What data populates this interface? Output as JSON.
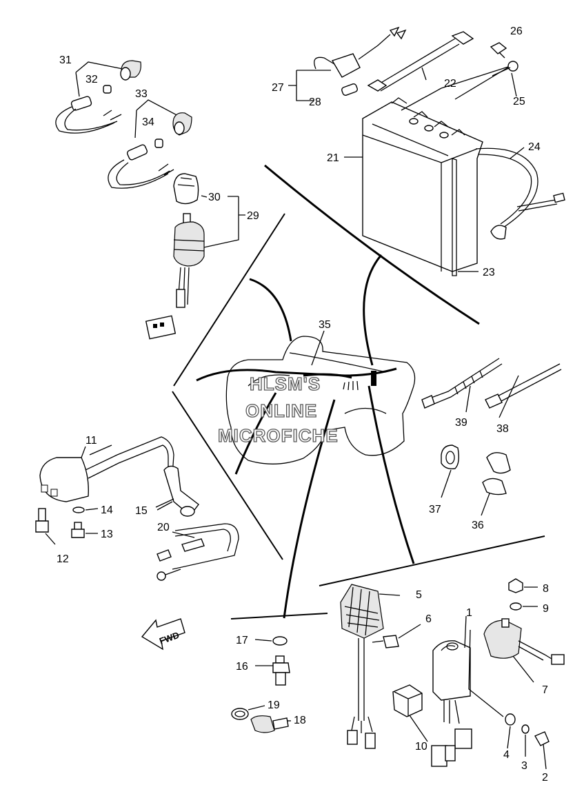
{
  "watermark": {
    "line1": "HLSM'S",
    "line2": "ONLINE",
    "line3": "MICROFICHE"
  },
  "direction_arrow": "FWD",
  "callouts": {
    "p1": "1",
    "p2": "2",
    "p3": "3",
    "p4": "4",
    "p5": "5",
    "p6": "6",
    "p7": "7",
    "p8": "8",
    "p9": "9",
    "p10": "10",
    "p11": "11",
    "p12": "12",
    "p13": "13",
    "p14": "14",
    "p15": "15",
    "p16": "16",
    "p17": "17",
    "p18": "18",
    "p19": "19",
    "p20": "20",
    "p21": "21",
    "p22": "22",
    "p23": "23",
    "p24": "24",
    "p25": "25",
    "p26": "26",
    "p27": "27",
    "p28": "28",
    "p29": "29",
    "p30": "30",
    "p31": "31",
    "p32": "32",
    "p33": "33",
    "p34": "34",
    "p35": "35",
    "p36": "36",
    "p37": "37",
    "p38": "38",
    "p39": "39"
  },
  "icons": [
    "fwd-arrow-icon",
    "atv-silhouette",
    "battery",
    "ignition-coil",
    "rectifier-regulator",
    "cdi-unit",
    "main-switch"
  ]
}
